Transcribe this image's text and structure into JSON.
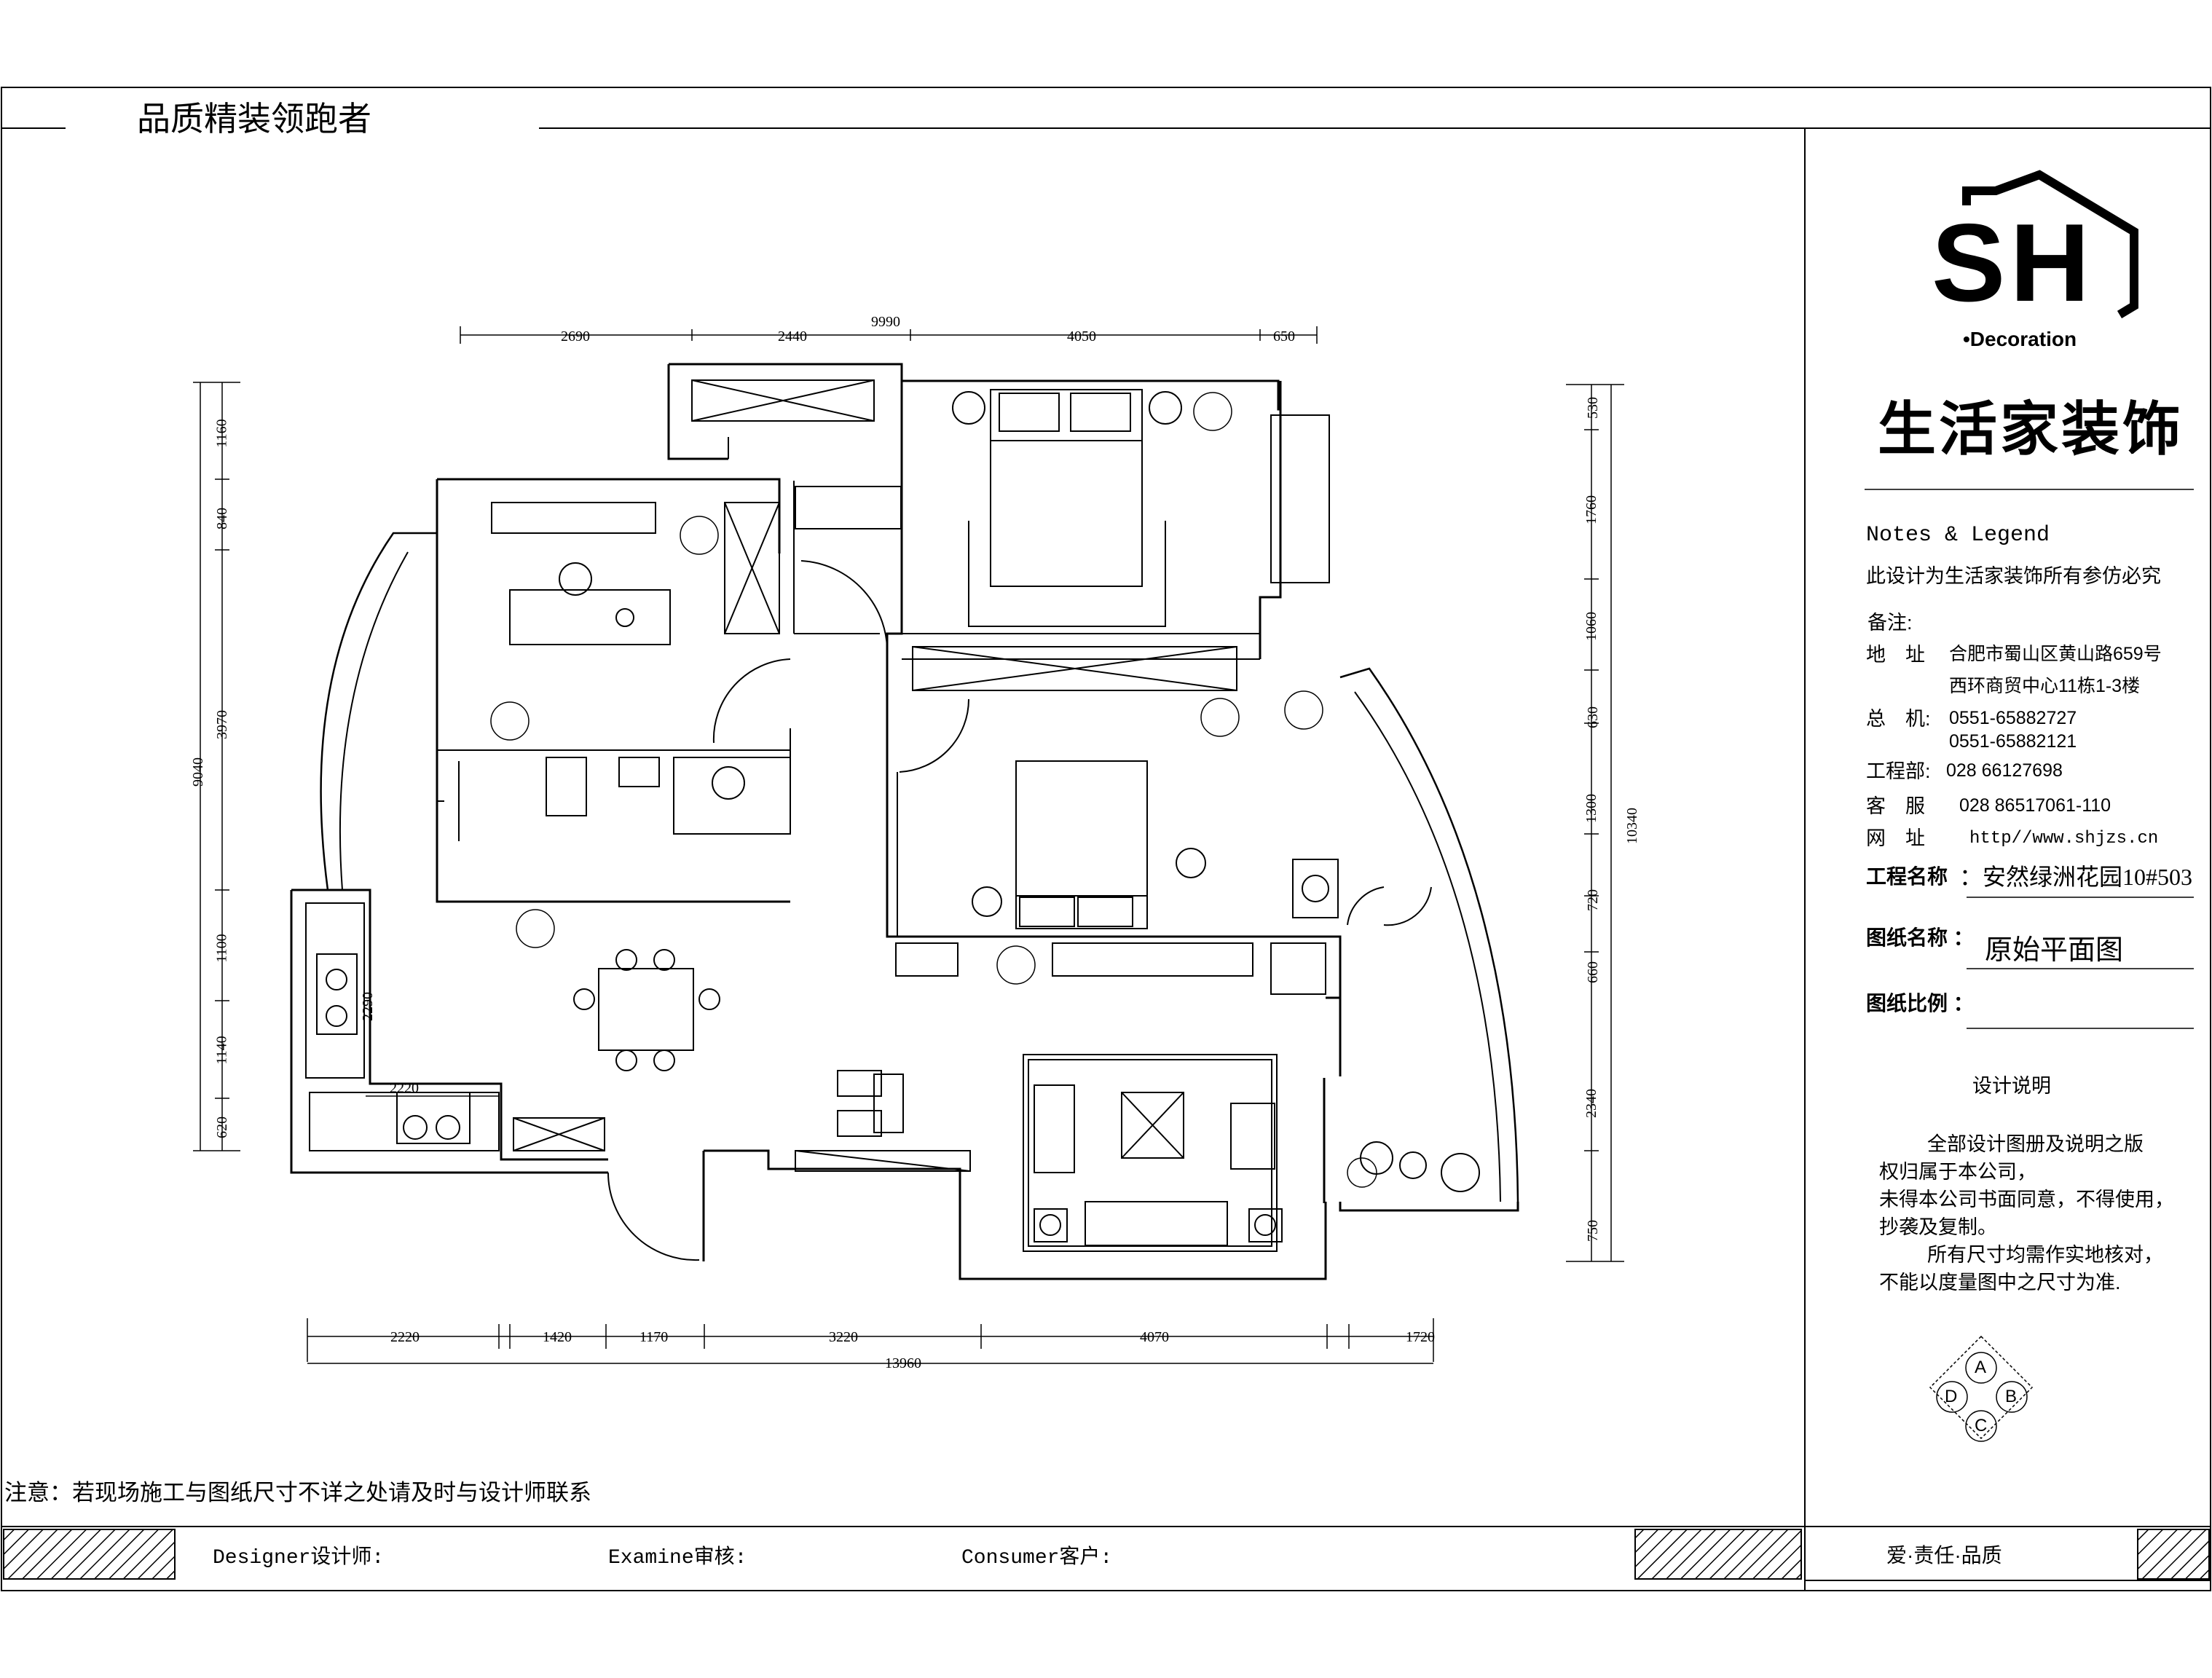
{
  "header": {
    "slogan": "品质精装领跑者"
  },
  "dimensions": {
    "top_total": "9990",
    "top_segments": [
      "2690",
      "2440",
      "4050",
      "650"
    ],
    "bottom_total": "13960",
    "bottom_segments": [
      "2220",
      "1420",
      "1170",
      "3220",
      "4070",
      "1720"
    ],
    "left_total": "9040",
    "left_segments": [
      "1160",
      "840",
      "3970",
      "1100",
      "1140",
      "620"
    ],
    "right_total": "10340",
    "right_segments": [
      "530",
      "1760",
      "1060",
      "630",
      "1300",
      "720",
      "660",
      "2340",
      "750"
    ],
    "inner_kitchen_h": "2220",
    "inner_kitchen_v": "2290"
  },
  "title_block": {
    "logo_letters": "SH",
    "logo_tagline": "•Decoration",
    "company_name": "生活家装饰",
    "notes_heading": "Notes & Legend",
    "copyright_line": "此设计为生活家装饰所有参仿必究",
    "remarks_label": "备注:",
    "address_label": "地　址",
    "address_line1": "合肥市蜀山区黄山路659号",
    "address_line2": "西环商贸中心11栋1-3楼",
    "phone_label": "总　机:",
    "phone_1": "0551-65882727",
    "phone_2": "0551-65882121",
    "engineering_label": "工程部:",
    "engineering_phone": "028 66127698",
    "service_label": "客　服",
    "service_phone": "028 86517061-110",
    "website_label": "网　址",
    "website": "http//www.shjzs.cn",
    "project_label": "工程名称",
    "project_value": "：安然绿洲花园10#503",
    "drawing_name_label": "图纸名称 ：",
    "drawing_name_value": "原始平面图",
    "scale_label": "图纸比例 ：",
    "design_notes_heading": "设计说明",
    "design_notes": [
      "全部设计图册及说明之版",
      "权归属于本公司，",
      "未得本公司书面同意，不得使用，",
      "抄袭及复制。",
      "所有尺寸均需作实地核对，",
      "不能以度量图中之尺寸为准."
    ],
    "compass_labels": [
      "A",
      "B",
      "C",
      "D"
    ]
  },
  "footer": {
    "note": "注意：若现场施工与图纸尺寸不详之处请及时与设计师联系",
    "designer_label": "Designer设计师:",
    "examine_label": "Examine审核:",
    "consumer_label": "Consumer客户:",
    "motto": "爱·责任·品质"
  }
}
